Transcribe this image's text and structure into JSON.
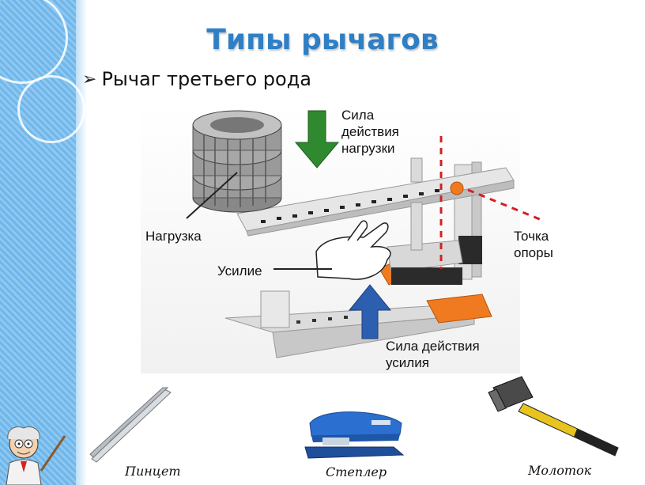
{
  "title": "Типы рычагов",
  "subtitle": "Рычаг третьего рода",
  "figure": {
    "load_force_label": "Сила действия нагрузки",
    "load_label": "Нагрузка",
    "effort_label": "Усилие",
    "fulcrum_label": "Точка опоры",
    "effort_force_label": "Сила действия усилия"
  },
  "examples": [
    {
      "label": "Пинцет",
      "icon": "tweezers-icon"
    },
    {
      "label": "Степлер",
      "icon": "stapler-icon"
    },
    {
      "label": "Молоток",
      "icon": "hammer-icon"
    }
  ],
  "colors": {
    "title": "#2f7fc4",
    "sidebar": "#8ec8f1",
    "load_arrow": "#2f8a2f",
    "effort_arrow": "#2c5fb0",
    "fulcrum_line": "#d42020"
  }
}
